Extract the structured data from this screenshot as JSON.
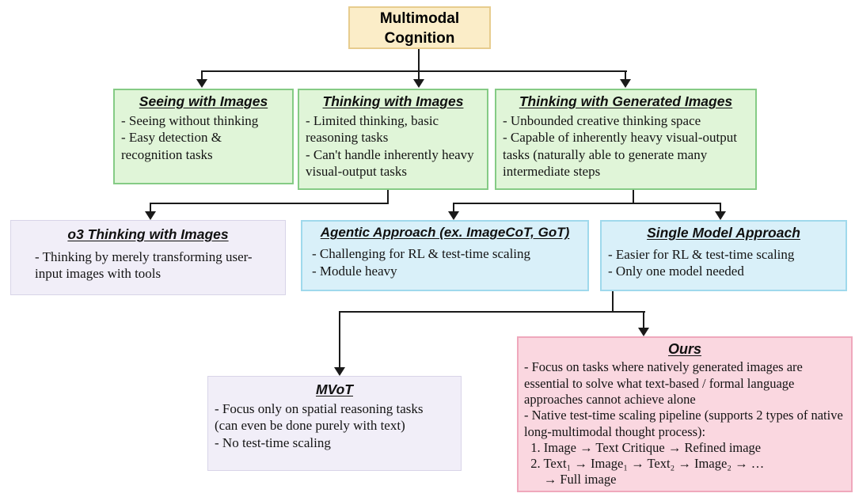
{
  "palette": {
    "root_fill": "#FBEDC8",
    "root_border": "#E7CC8E",
    "level1_fill": "#E0F5D8",
    "level1_border": "#85CB85",
    "variant_fill": "#F1EEF8",
    "variant_border": "#D8D4E8",
    "approach_fill": "#D9F0F9",
    "approach_border": "#9FD9EC",
    "ours_fill": "#FAD7E0",
    "ours_border": "#EFA8BC",
    "connector": "#1A1A1A"
  },
  "nodes": {
    "root": {
      "title": "Multimodal\nCognition"
    },
    "seeing": {
      "title": "Seeing with Images",
      "body": "- Seeing without thinking\n- Easy detection & recognition tasks"
    },
    "thinking": {
      "title": "Thinking with Images",
      "body": "- Limited thinking, basic reasoning tasks\n- Can't handle inherently heavy visual-output tasks"
    },
    "generated": {
      "title": "Thinking with Generated Images",
      "body": "- Unbounded creative thinking space\n- Capable of inherently heavy visual-output tasks (naturally able to generate many intermediate steps"
    },
    "o3": {
      "title": "o3 Thinking with Images",
      "body": "- Thinking by merely transforming user-input images with tools"
    },
    "agentic": {
      "title": "Agentic Approach (ex. ImageCoT, GoT)",
      "body": "- Challenging for RL & test-time scaling\n- Module heavy"
    },
    "single": {
      "title": "Single Model Approach",
      "body": "- Easier for RL & test-time scaling\n- Only one model needed"
    },
    "mvot": {
      "title": "MVoT",
      "body": "- Focus only on spatial reasoning tasks\n(can even be done purely with text)\n- No test-time scaling"
    },
    "ours": {
      "title": "Ours",
      "body": "- Focus on tasks where natively generated images are essential to solve what text-based / formal language approaches cannot achieve alone\n- Native test-time scaling pipeline (supports 2 types of native long-multimodal thought process):\n  1. Image → Text Critique → Refined image\n  2. Text₁ → Image₁ → Text₂ → Image₂ → …\n      → Full image"
    }
  },
  "edges": [
    {
      "from": "root",
      "to": [
        "seeing",
        "thinking",
        "generated"
      ]
    },
    {
      "from": "thinking",
      "to": [
        "o3"
      ]
    },
    {
      "from": "generated",
      "to": [
        "agentic",
        "single"
      ]
    },
    {
      "from": "single",
      "to": [
        "mvot",
        "ours"
      ]
    }
  ]
}
